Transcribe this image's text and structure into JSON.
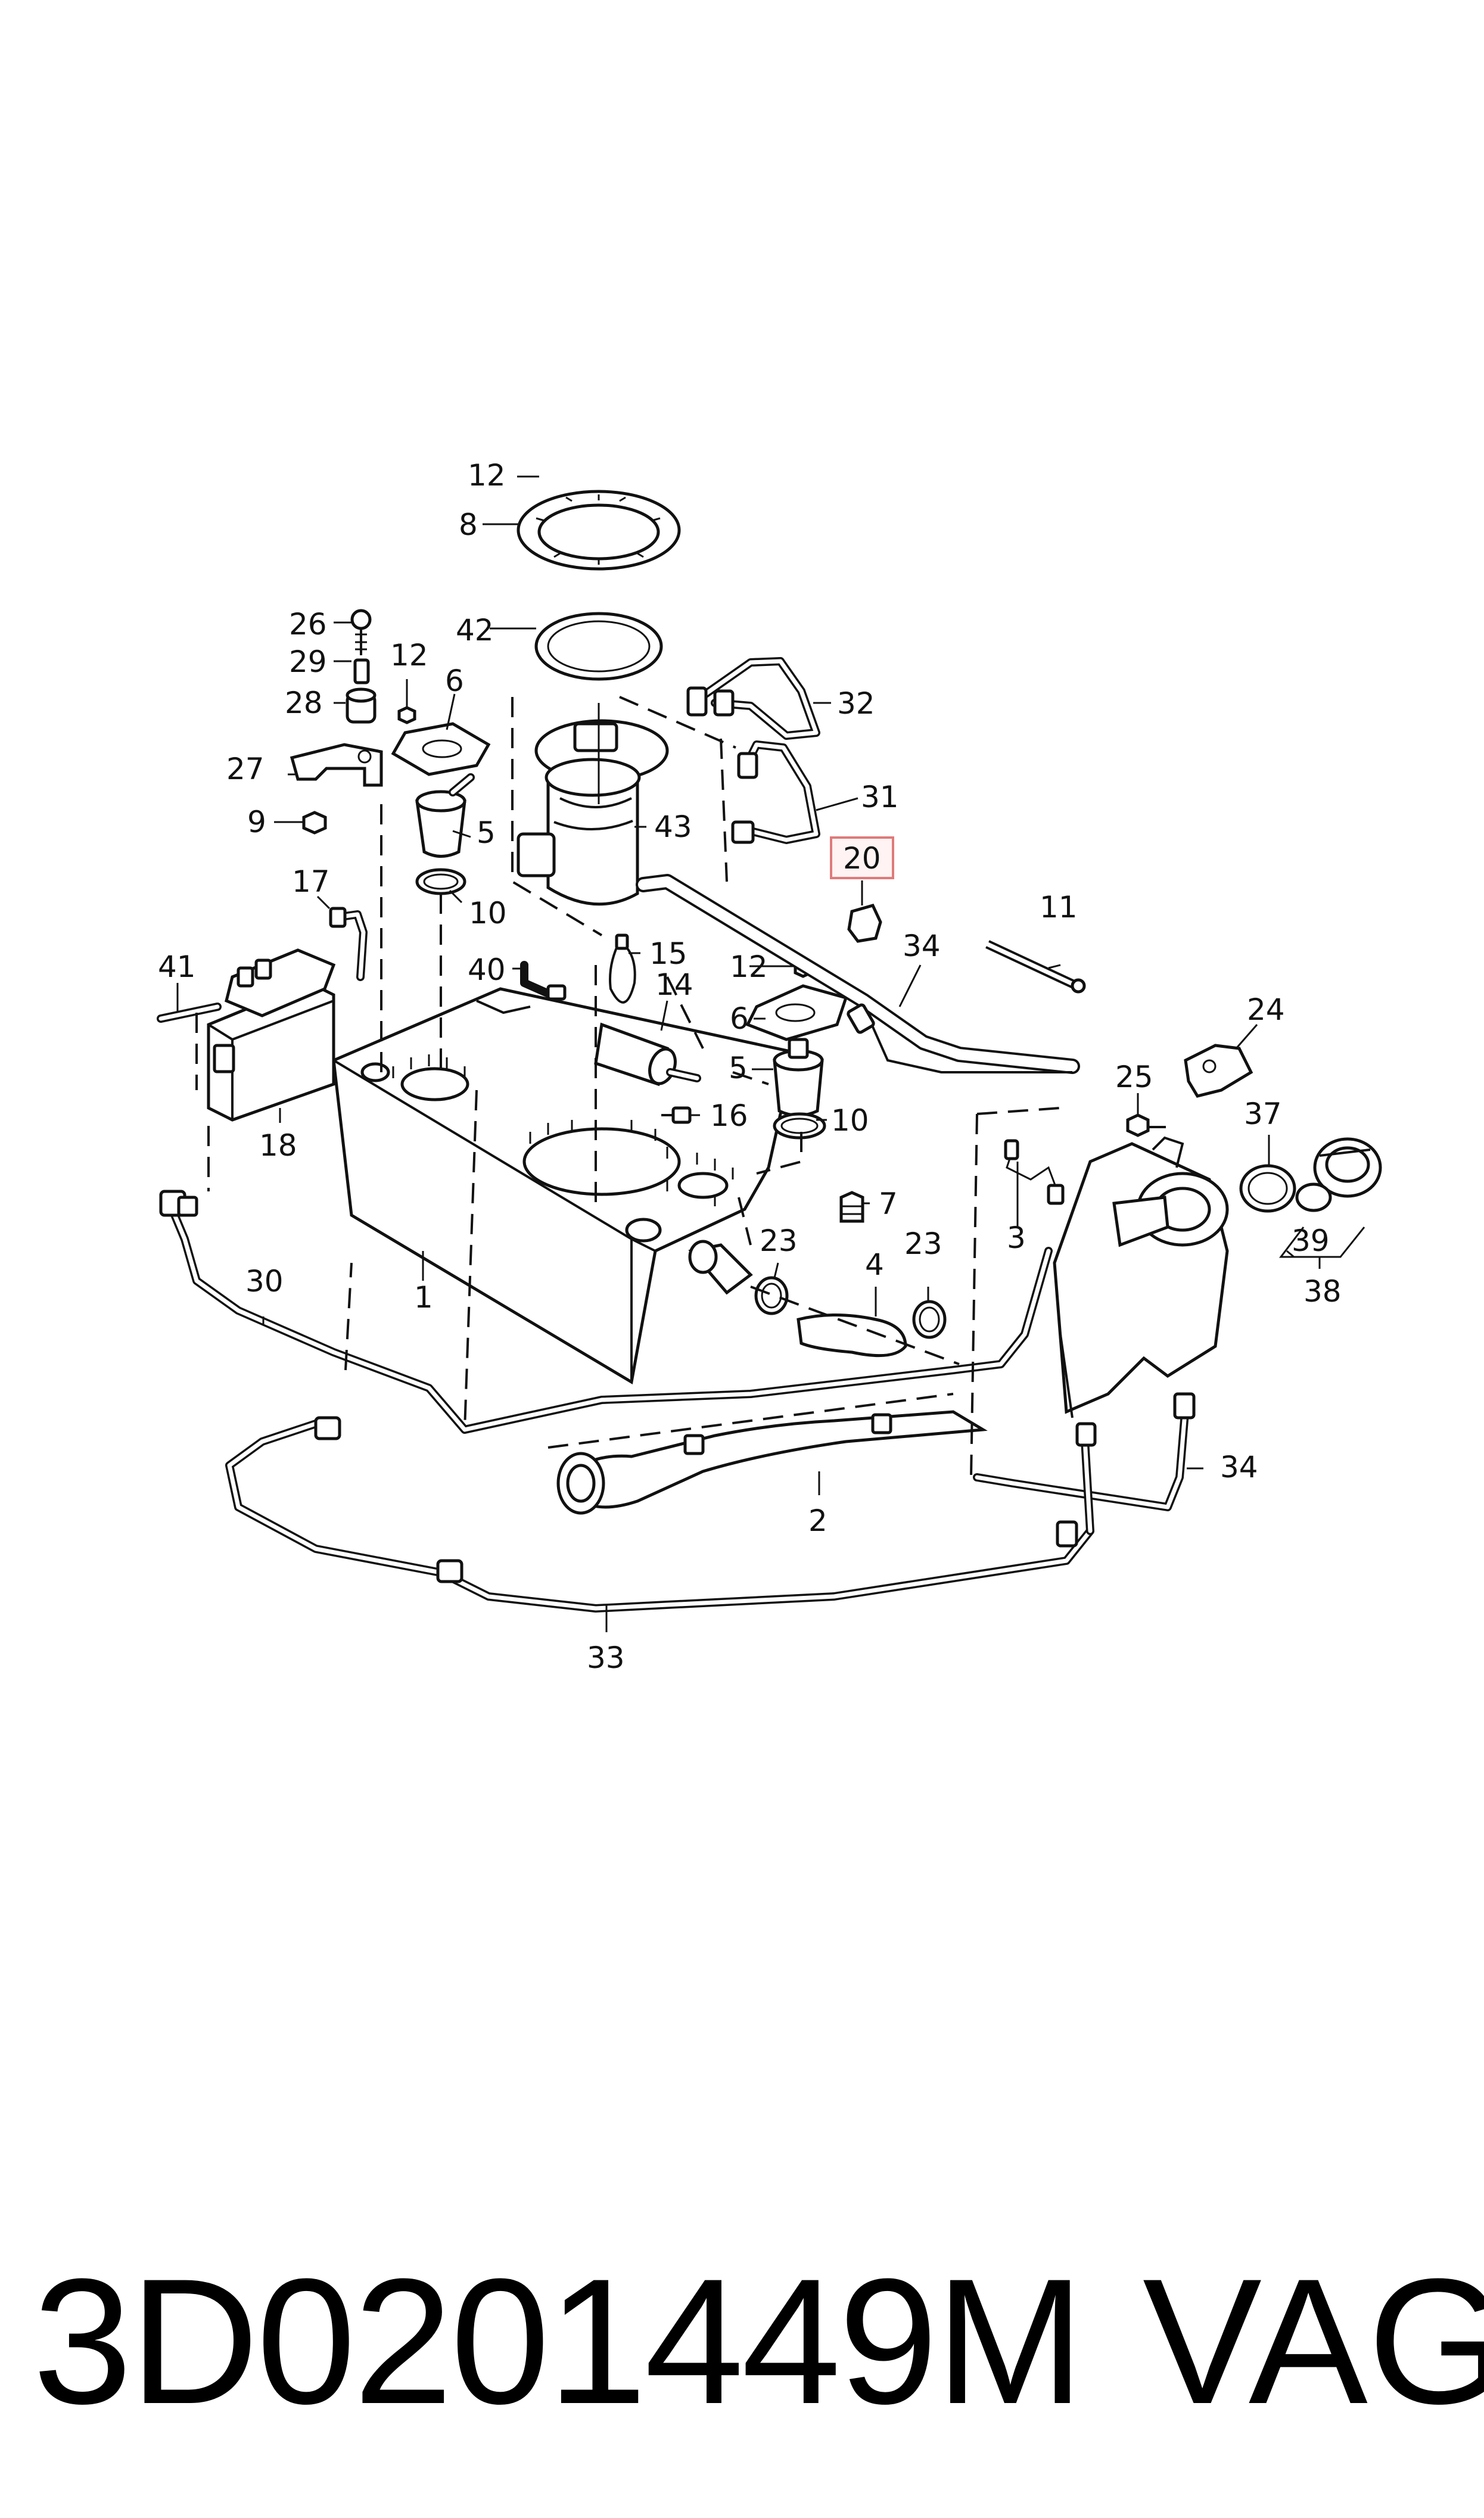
{
  "callouts": {
    "c12a": "12",
    "c8": "8",
    "c42": "42",
    "c26": "26",
    "c29": "29",
    "c12b": "12",
    "c6a": "6",
    "c28": "28",
    "c27": "27",
    "c9": "9",
    "c5a": "5",
    "c10a": "10",
    "c43": "43",
    "c32": "32",
    "c31": "31",
    "c20": "20",
    "c17": "17",
    "c41": "41",
    "c18": "18",
    "c40": "40",
    "c15": "15",
    "c14": "14",
    "c12c": "12",
    "c6b": "6",
    "c5b": "5",
    "c16": "16",
    "c10b": "10",
    "c34a": "34",
    "c11": "11",
    "c24": "24",
    "c25": "25",
    "c37": "37",
    "c39": "39",
    "c38": "38",
    "c3": "3",
    "c7": "7",
    "c23a": "23",
    "c4": "4",
    "c23b": "23",
    "c30": "30",
    "c1": "1",
    "c2": "2",
    "c34b": "34",
    "c33": "33"
  },
  "footer": {
    "part_number": "3D0201449M",
    "brand": "VAG"
  },
  "colors": {
    "highlight_box": "#e07a7a",
    "line": "#111111"
  }
}
